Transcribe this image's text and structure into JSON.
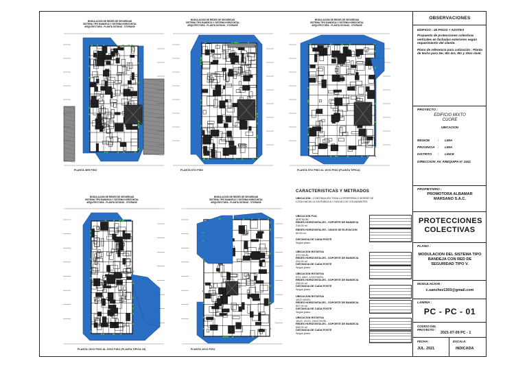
{
  "plans": [
    {
      "title": "MODULACION DE REDES DE SEGURIDAD\nSISTEMA TIPO BANDEJA Y SISTEMA HORIZONTAL\nARQUITECTURA - PLANTA SOTANO - STORAGE",
      "label": "PLANTA 3ER PISO"
    },
    {
      "title": "MODULACION DE REDES DE SEGURIDAD\nSISTEMA TIPO BANDEJA Y SISTEMA HORIZONTAL\nARQUITECTURA - PLANTA SOTANO - STORAGE",
      "label": "PLANTA 6TO PISO"
    },
    {
      "title": "MODULACION DE REDES DE SEGURIDAD\nSISTEMA TIPO BANDEJA Y SISTEMA HORIZONTAL\nARQUITECTURA - PLANTA SOTANO - STORAGE",
      "label": "PLANTA 5TO PISO AL 16VO PISO (PLANTA TIPICA)"
    },
    {
      "title": "MODULACION DE REDES DE SEGURIDAD\nSISTEMA TIPO BANDEJA Y SISTEMA HORIZONTAL\nARQUITECTURA - PLANTA SOTANO - STORAGE",
      "label": "PLANTA 19VO PISO AL 20VO PISO (PLANTA TIPICA 19)"
    },
    {
      "title": "MODULACION DE REDES DE SEGURIDAD\nSISTEMA TIPO BANDEJA Y SISTEMA HORIZONTAL\nARQUITECTURA - PLANTA SOTANO - STORAGE",
      "label": "PLANTA 20VO PISO"
    }
  ],
  "specs": {
    "title": "CARACTERISTICAS Y METRADOS",
    "intro_key": "UBICACION :",
    "intro": "CONTINUA EN TODA LA PERIFERIA O BORDE DE LOSA HACIA LA VIA PUBLICA Y HACIA LOS COLINDANTES",
    "items": [
      {
        "key": "UBICACION FIJA",
        "lines": [
          "3ER NIVEL",
          "REDES HORIZONTALES - SOPORTE DE BANDEJA",
          "216.00 ml"
        ]
      },
      {
        "key": "REDES HORIZONTALES - VANOS DE ELEVACION",
        "lines": [
          "50.00 ml"
        ]
      },
      {
        "key": "DISTANCIA DE CADA POSTE",
        "lines": [
          "Según plano"
        ]
      },
      {
        "key": "UBICACION ROTATIVA",
        "lines": [
          "4TO NIVEL",
          "REDES HORIZONTALES - SOPORTE DE BANDEJA",
          "204.00 ml",
          "DISTANCIA DE CADA POSTE",
          "Según plano"
        ]
      },
      {
        "key": "UBICACION ROTATIVA",
        "lines": [
          "6TO, 8NO, 12VO NIVEL",
          "REDES HORIZONTALES - SOPORTE DE BANDEJA",
          "205.00 ml",
          "DISTANCIA DE CADA POSTE",
          "Según plano"
        ]
      },
      {
        "key": "UBICACION ROTATIVA",
        "lines": [
          "16VO NIVEL",
          "REDES HORIZONTALES - SOPORTE DE BANDEJA",
          "697.00 ml",
          "DISTANCIA DE CADA POSTE",
          "Según plano"
        ]
      },
      {
        "key": "UBICACION ROTATIVA",
        "lines": [
          "18VO, 21VO, 24VO NIVEL",
          "REDES HORIZONTALES - SOPORTE DE BANDEJA",
          "606.00 ml",
          "DISTANCIA DE CADA POSTE",
          "Según plano"
        ]
      }
    ]
  },
  "titleblock": {
    "obs_title": "OBSERVACIONES",
    "obs_line1": "EDIFICIO : 25 PISOS + AZOTEA",
    "obs_line2": "Propuesta de protecciones colectivas verticales en fachadas exteriores según requerimiento del cliente.",
    "obs_line3": "Plano de referencia para cotización : Planta de techo para 3er, 6to 4ro, 9to y 19vo nivel.",
    "proyecto_label": "PROYECTO :",
    "proyecto_name": "EDIFICIO MIXTO CUORE",
    "ubicacion_label": "UBICACION",
    "region_k": "REGION",
    "region_v": "LIMA",
    "provincia_k": "PROVINCIA",
    "provincia_v": "LIMA",
    "distrito_k": "DISTRITO",
    "distrito_v": "LINCE",
    "direccion": "DIRECCION: AV. AREQUIPA N° 2441",
    "colon": ":",
    "propietario_label": "PROPIETARIO :",
    "propietario_name": "PROMOTORA ALBAMAR MARSANO S.A.C.",
    "main_title": "PROTECCIONES COLECTIVAS",
    "plano_label": "PLANO :",
    "plano_desc": "MODULACION DEL SISTEMA TIPO BANDEJA CON RED DE SEGURIDAD TIPO V.",
    "modulacion_label": "MODULACION :",
    "email": "c.sanchez1303@gmail.com",
    "lamina_label": "LAMINA :",
    "lamina": "PC - PC - 01",
    "codigo_label": "CODIGO DEL PROYECTO :",
    "codigo": "2021-07-09 PC - 1",
    "fecha_label": "FECHA :",
    "fecha": "JUL. 2021",
    "escala_label": "ESCALA:",
    "escala": "INDICADA"
  },
  "colors": {
    "net_blue": "#2a6fc4",
    "line_dark": "#111111",
    "fill_gray": "#8c8c8c"
  }
}
